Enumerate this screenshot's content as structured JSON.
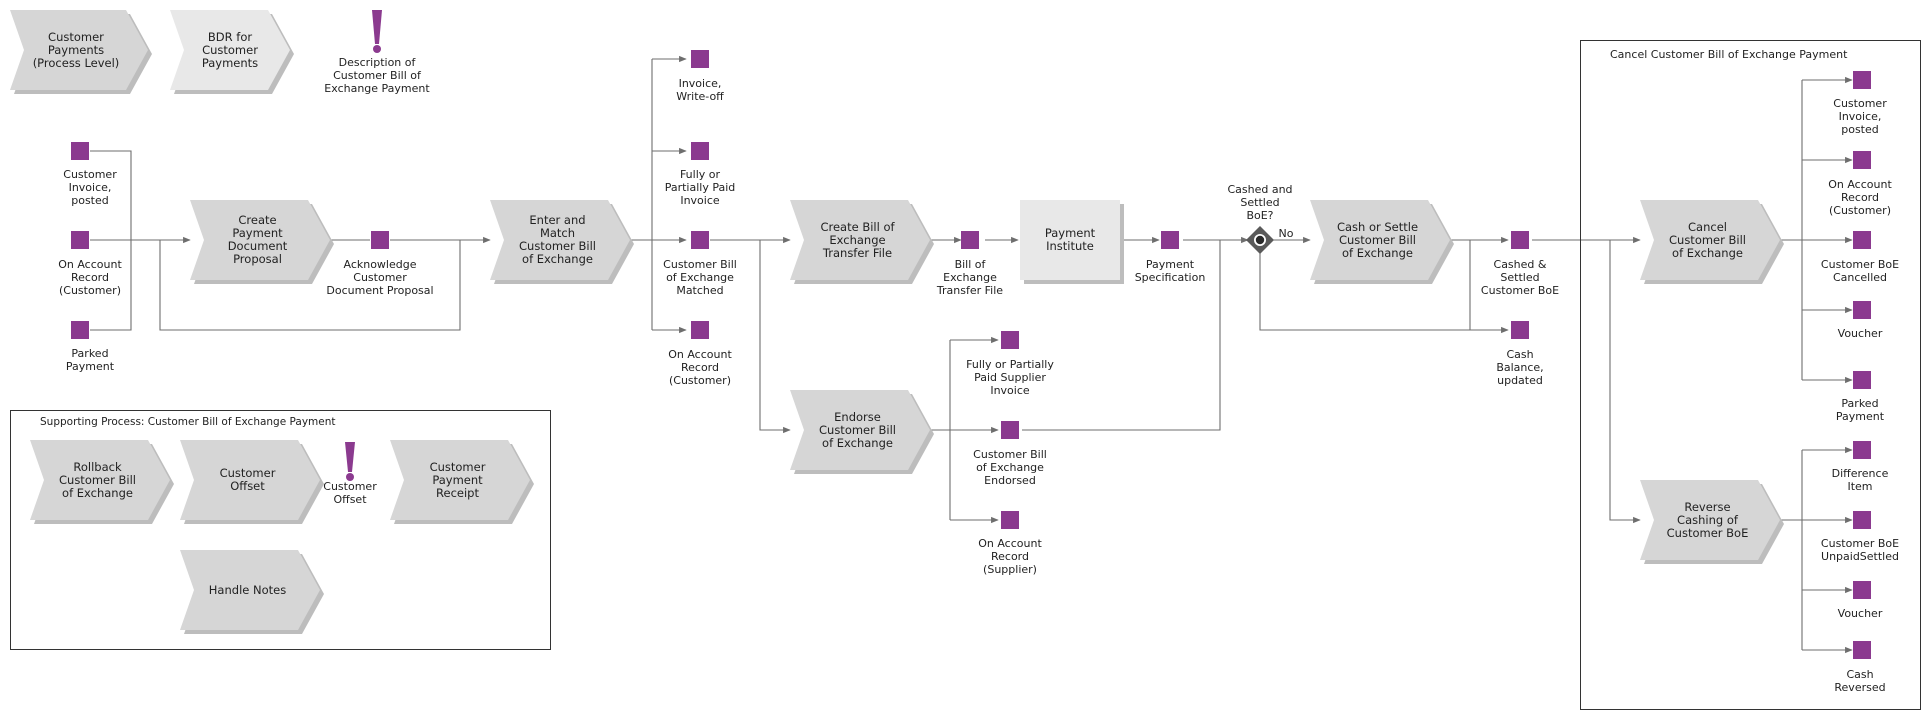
{
  "colors": {
    "event": "#8b3a8f",
    "process": "#d6d6d6",
    "process_alt": "#e8e8e8",
    "shadow": "#bdbdbd",
    "connector": "#6e6e6e",
    "frame": "#333333"
  },
  "top_legend": {
    "process_level": "Customer\nPayments\n(Process Level)",
    "bdr": "BDR for\nCustomer\nPayments",
    "description": "Description of\nCustomer Bill of\nExchange Payment"
  },
  "inputs": {
    "invoice_posted": "Customer\nInvoice,\nposted",
    "on_account": "On Account\nRecord\n(Customer)",
    "parked": "Parked\nPayment"
  },
  "processes": {
    "create_proposal": "Create\nPayment\nDocument\nProposal",
    "enter_match": "Enter and\nMatch\nCustomer Bill\nof Exchange",
    "create_transfer": "Create Bill of\nExchange\nTransfer File",
    "payment_institute": "Payment\nInstitute",
    "cash_settle": "Cash or Settle\nCustomer Bill\nof Exchange",
    "endorse": "Endorse\nCustomer Bill\nof Exchange",
    "cancel": "Cancel\nCustomer Bill\nof Exchange",
    "reverse_cashing": "Reverse\nCashing of\nCustomer BoE"
  },
  "events": {
    "ack_proposal": "Acknowledge\nCustomer\nDocument Proposal",
    "writeoff": "Invoice,\nWrite-off",
    "fully_partially_paid": "Fully or\nPartially Paid\nInvoice",
    "boe_matched": "Customer Bill\nof Exchange\nMatched",
    "on_account_customer": "On Account\nRecord\n(Customer)",
    "transfer_file": "Bill of\nExchange\nTransfer File",
    "payment_spec": "Payment\nSpecification",
    "supplier_invoice": "Fully or Partially\nPaid Supplier\nInvoice",
    "boe_endorsed": "Customer Bill\nof Exchange\nEndorsed",
    "on_account_supplier": "On Account\nRecord\n(Supplier)",
    "cashed_settled": "Cashed &\nSettled\nCustomer BoE",
    "cash_balance": "Cash\nBalance,\nupdated"
  },
  "decision": {
    "question": "Cashed and\nSettled\nBoE?",
    "no_label": "No"
  },
  "cancel_panel": {
    "title": "Cancel Customer Bill of Exchange Payment",
    "out_invoice": "Customer\nInvoice,\nposted",
    "out_on_account": "On Account\nRecord\n(Customer)",
    "out_boe_cancelled": "Customer BoE\nCancelled",
    "out_voucher": "Voucher",
    "out_parked": "Parked\nPayment",
    "out_difference": "Difference\nItem",
    "out_unpaid": "Customer BoE\nUnpaidSettled",
    "out_voucher2": "Voucher",
    "out_cash_reversed": "Cash\nReversed"
  },
  "supporting_panel": {
    "title": "Supporting Process: Customer Bill of Exchange Payment",
    "rollback": "Rollback\nCustomer Bill\nof Exchange",
    "offset": "Customer\nOffset",
    "offset_desc": "Customer\nOffset",
    "receipt": "Customer\nPayment\nReceipt",
    "handle_notes": "Handle Notes"
  }
}
